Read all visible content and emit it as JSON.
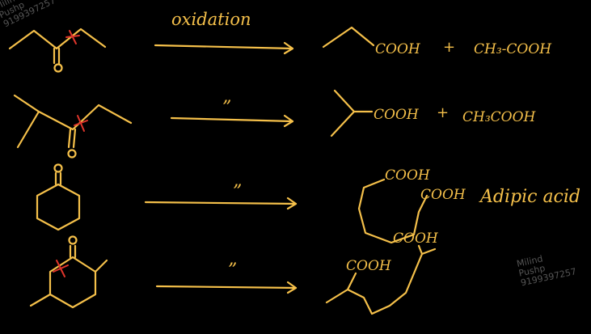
{
  "colors": {
    "background": "#000000",
    "ink": "#f5c04a",
    "cut_mark": "#e0352b",
    "watermark": "#9a9a9a"
  },
  "watermark": {
    "line1": "Milind",
    "line2": "Pushp",
    "line3": "9199397257"
  },
  "reaction_label": "oxidation",
  "ditto": "”",
  "reactions": [
    {
      "product_1": "COOH",
      "plus": "+",
      "product_2": "CH₃-COOH"
    },
    {
      "product_1": "COOH",
      "plus": "+",
      "product_2": "CH₃COOH"
    },
    {
      "group_1": "COOH",
      "group_2": "COOH",
      "product_name": "Adipic acid"
    },
    {
      "group_1": "COOH",
      "group_2": "COOH"
    }
  ]
}
